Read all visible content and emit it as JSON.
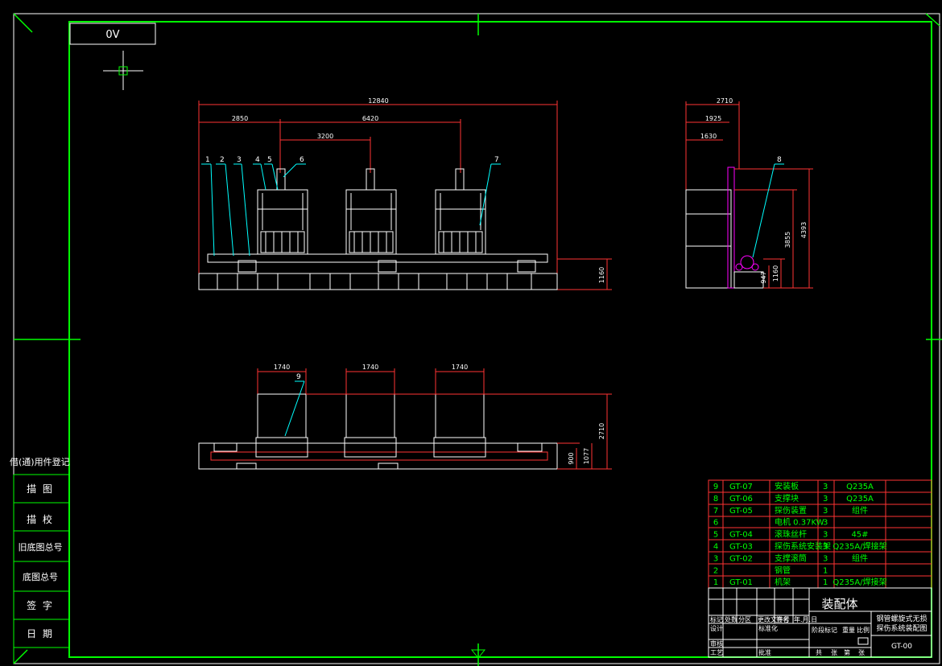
{
  "sheet": {
    "size_label": "0V"
  },
  "sidebar": {
    "register": "借(通)用件登记",
    "rows": [
      "描 图",
      "描 校",
      "旧底图总号",
      "底图总号",
      "签 字",
      "日 期"
    ]
  },
  "front_view": {
    "dims": {
      "total": "12840",
      "left": "2850",
      "mid": "6420",
      "inner": "3200",
      "height": "1160"
    },
    "labels": [
      "1",
      "2",
      "3",
      "4",
      "5",
      "6",
      "7"
    ]
  },
  "side_view": {
    "dims": {
      "w1": "2710",
      "w2": "1925",
      "w3": "1630",
      "h1": "4393",
      "h2": "3855",
      "h3": "1160",
      "h4": "947"
    },
    "label": "8"
  },
  "top_view": {
    "dims": {
      "d1": "1740",
      "d2": "1740",
      "d3": "1740",
      "h1": "2710",
      "h2": "1077",
      "h3": "900"
    },
    "label": "9"
  },
  "bom": [
    {
      "no": "9",
      "code": "GT-07",
      "name": "安装板",
      "qty": "3",
      "mat": "Q235A"
    },
    {
      "no": "8",
      "code": "GT-06",
      "name": "支撑块",
      "qty": "3",
      "mat": "Q235A"
    },
    {
      "no": "7",
      "code": "GT-05",
      "name": "探伤装置",
      "qty": "3",
      "mat": "组件"
    },
    {
      "no": "6",
      "code": "",
      "name": "电机 0.37KW",
      "qty": "3",
      "mat": ""
    },
    {
      "no": "5",
      "code": "GT-04",
      "name": "滚珠丝杆",
      "qty": "3",
      "mat": "45#"
    },
    {
      "no": "4",
      "code": "GT-03",
      "name": "探伤系统安装架",
      "qty": "3",
      "mat": "Q235A/焊接架"
    },
    {
      "no": "3",
      "code": "GT-02",
      "name": "支撑滚筒",
      "qty": "3",
      "mat": "组件"
    },
    {
      "no": "2",
      "code": "",
      "name": "钢管",
      "qty": "1",
      "mat": ""
    },
    {
      "no": "1",
      "code": "GT-01",
      "name": "机架",
      "qty": "1",
      "mat": "Q235A/焊接架"
    }
  ],
  "title_block": {
    "assembly": "装配体",
    "drawing_title_1": "钢管螺旋式无损",
    "drawing_title_2": "探伤系统装配图",
    "drawing_no": "GT-00",
    "row_labels": [
      "标记",
      "处数",
      "分区",
      "更改文件号",
      "签名",
      "年.月.日"
    ],
    "design": "设计",
    "standard": "标准化",
    "stage": "阶段标记",
    "weight": "重量",
    "scale": "比例",
    "review": "审核",
    "process": "工艺",
    "approve": "批准",
    "total": "共",
    "sheet": "张",
    "of": "第",
    "sheet2": "张"
  }
}
